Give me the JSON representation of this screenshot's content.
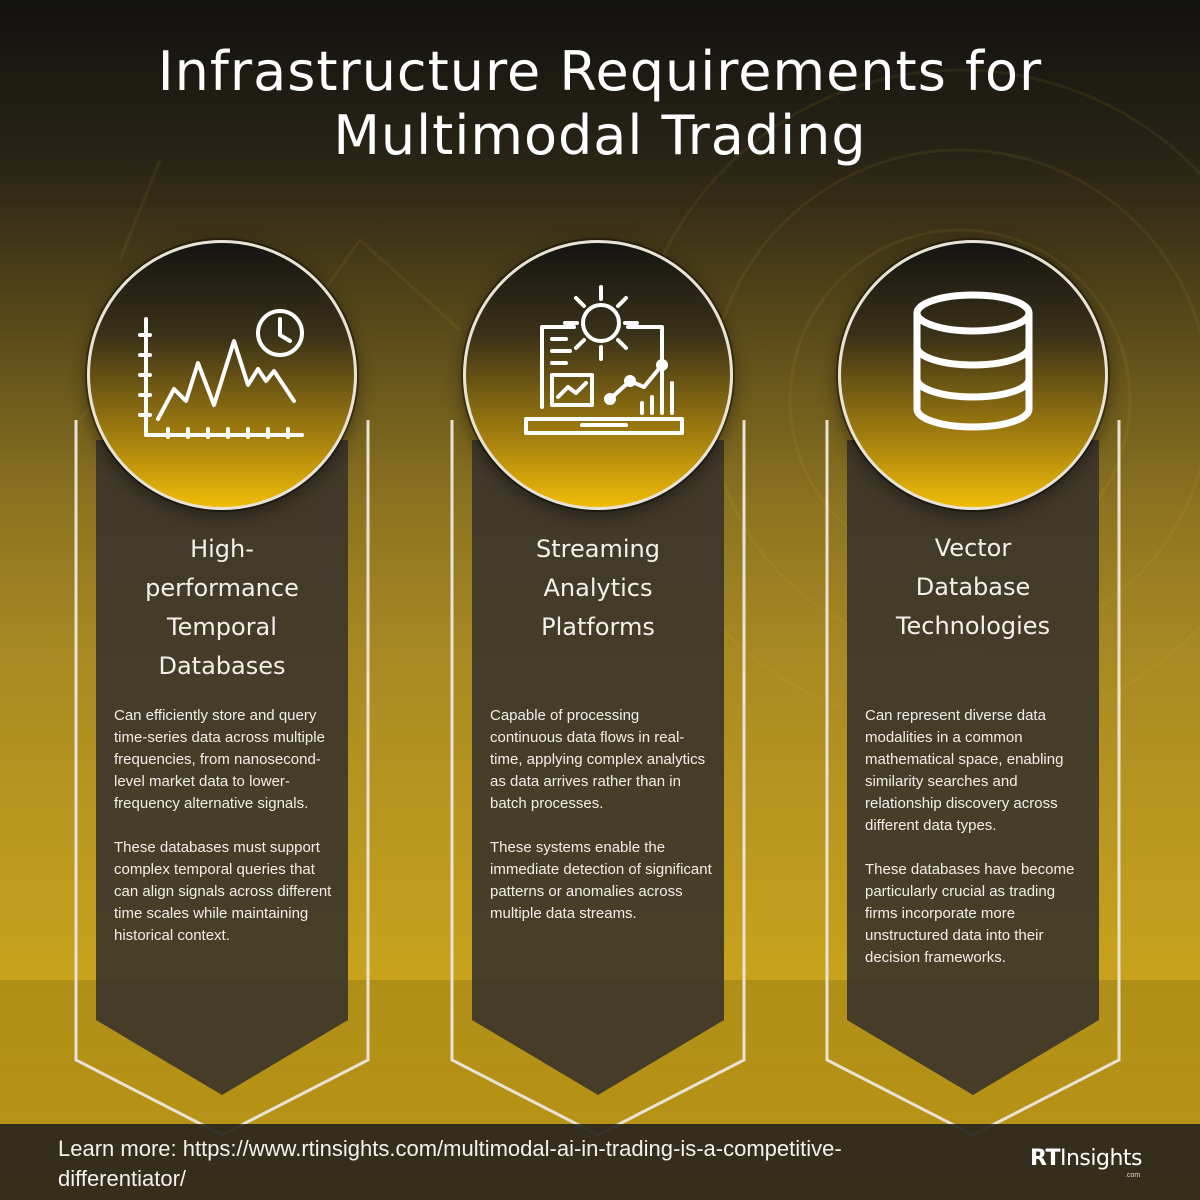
{
  "title": {
    "line1": "Infrastructure Requirements for",
    "line2": "Multimodal Trading"
  },
  "columns": [
    {
      "icon": "line-chart-clock-icon",
      "title_lines": [
        "High-",
        "performance",
        "Temporal",
        "Databases"
      ],
      "paragraphs": [
        "Can efficiently store and query time-series data across multiple frequencies, from nanosecond-level market data to lower-frequency alternative signals.",
        "These databases must support complex temporal queries that can align signals across different time scales while maintaining historical context."
      ]
    },
    {
      "icon": "laptop-gear-analytics-icon",
      "title_lines": [
        "Streaming",
        "Analytics",
        "Platforms"
      ],
      "paragraphs": [
        "Capable of processing continuous data flows in real-time, applying complex analytics as data arrives rather than in batch processes.",
        "These systems enable the immediate detection of significant patterns or anomalies across multiple data streams."
      ]
    },
    {
      "icon": "database-icon",
      "title_lines": [
        "Vector",
        "Database",
        "Technologies"
      ],
      "paragraphs": [
        "Can represent diverse data modalities in a common mathematical space, enabling similarity searches and relationship discovery across different data types.",
        "These databases have become particularly crucial as trading firms incorporate more unstructured data into their decision frameworks."
      ]
    }
  ],
  "footer": {
    "text": "Learn more: https://www.rtinsights.com/multimodal-ai-in-trading-is-a-competitive-differentiator/",
    "logo_bold": "RT",
    "logo_rest": "Insights",
    "logo_sub": ".com"
  },
  "colors": {
    "accent": "#f0bc08",
    "panel": "#3a342a",
    "outline": "#e8e3d6"
  }
}
